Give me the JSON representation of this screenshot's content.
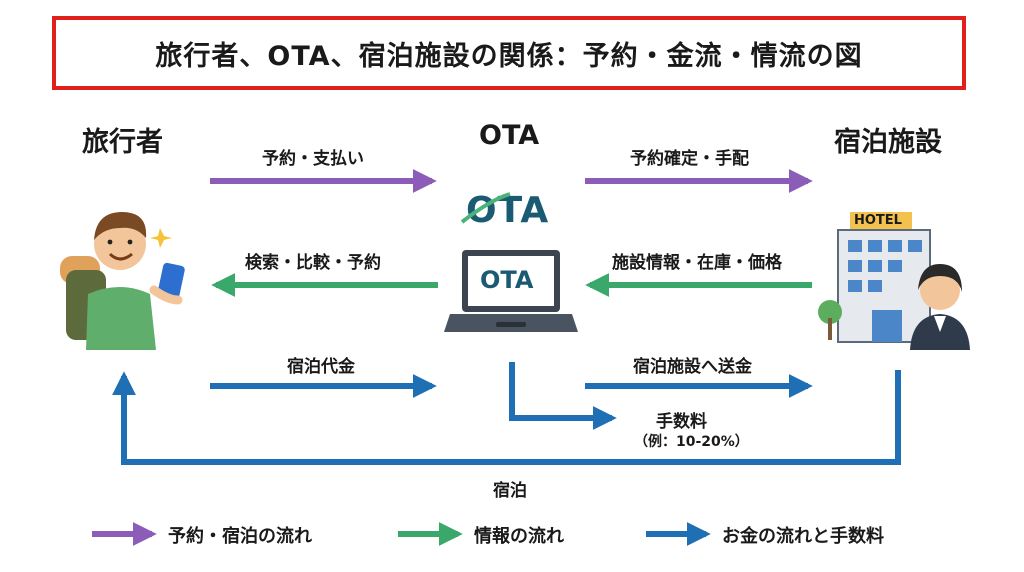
{
  "title": "旅行者、OTA、宿泊施設の関係：予約・金流・情流の図",
  "headers": {
    "traveler": "旅行者",
    "ota": "OTA",
    "hotel": "宿泊施設"
  },
  "logo": {
    "text": "OTA"
  },
  "laptop_logo": {
    "text": "OTA"
  },
  "hotel_sign": "HOTEL",
  "arrows": {
    "booking_payment": "予約・支払い",
    "booking_confirm": "予約確定・手配",
    "search_compare": "検索・比較・予約",
    "facility_info": "施設情報・在庫・価格",
    "lodging_fee": "宿泊代金",
    "remit_to_hotel": "宿泊施設へ送金",
    "commission": "手数料",
    "commission_note": "（例：10-20%）",
    "stay": "宿泊"
  },
  "legend": [
    {
      "label": "予約・宿泊の流れ",
      "color": "#8b5cb8"
    },
    {
      "label": "情報の流れ",
      "color": "#3aa86a"
    },
    {
      "label": "お金の流れと手数料",
      "color": "#1f6fb5"
    }
  ],
  "colors": {
    "purple": "#8b5cb8",
    "green": "#3aa86a",
    "blue": "#1f6fb5",
    "title_border": "#e0201a",
    "ota_teal": "#1b5a73",
    "ota_green": "#4bb37a"
  }
}
